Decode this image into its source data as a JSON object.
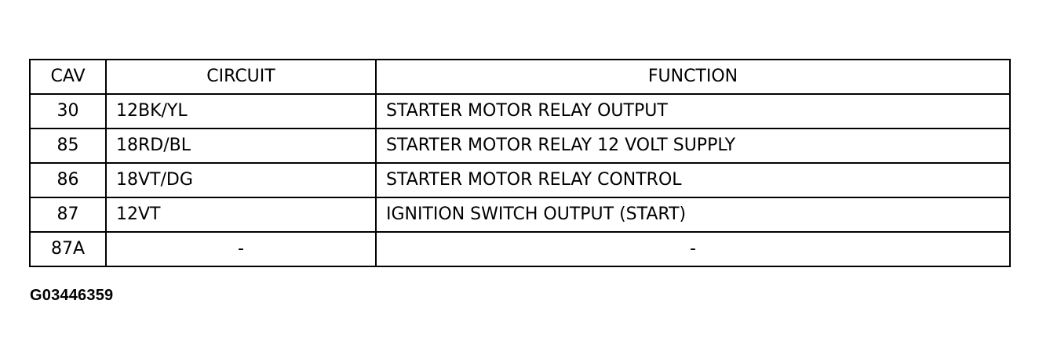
{
  "table": {
    "headers": {
      "cav": "CAV",
      "circuit": "CIRCUIT",
      "function": "FUNCTION"
    },
    "rows": [
      {
        "cav": "30",
        "circuit": "12BK/YL",
        "function": "STARTER MOTOR RELAY OUTPUT"
      },
      {
        "cav": "85",
        "circuit": "18RD/BL",
        "function": "STARTER MOTOR RELAY 12 VOLT SUPPLY"
      },
      {
        "cav": "86",
        "circuit": "18VT/DG",
        "function": "STARTER MOTOR RELAY CONTROL"
      },
      {
        "cav": "87",
        "circuit": "12VT",
        "function": "IGNITION SWITCH OUTPUT (START)"
      },
      {
        "cav": "87A",
        "circuit": "-",
        "function": "-"
      }
    ]
  },
  "figure_id": "G03446359"
}
